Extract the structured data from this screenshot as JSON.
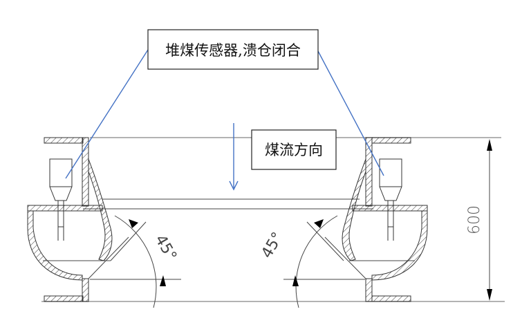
{
  "diagram": {
    "title": "Coal bin chute with coal-pile sensors",
    "labels": {
      "sensor_note": "堆煤传感器,溃仓闭合",
      "flow_direction": "煤流方向"
    },
    "dimensions": {
      "height": "600"
    },
    "angles": {
      "left": "45°",
      "right": "45°"
    },
    "colors": {
      "leader_line": "#4472c4",
      "drawing_line": "#444444",
      "background": "#ffffff"
    }
  }
}
